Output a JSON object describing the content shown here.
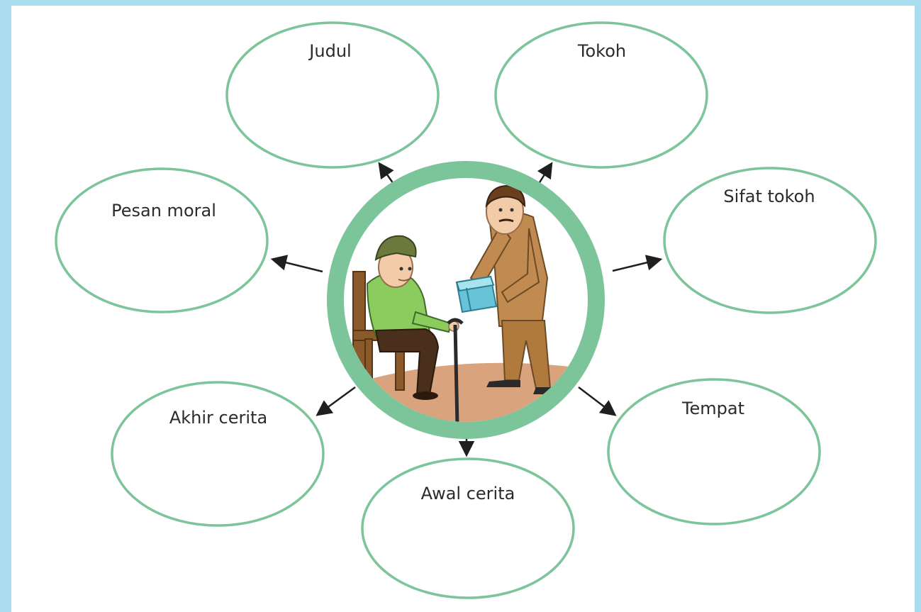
{
  "diagram": {
    "nodes": [
      {
        "id": "judul",
        "label": "Judul"
      },
      {
        "id": "tokoh",
        "label": "Tokoh"
      },
      {
        "id": "sifat-tokoh",
        "label": "Sifat tokoh"
      },
      {
        "id": "tempat",
        "label": "Tempat"
      },
      {
        "id": "awal-cerita",
        "label": "Awal cerita"
      },
      {
        "id": "akhir-cerita",
        "label": "Akhir cerita"
      },
      {
        "id": "pesan-moral",
        "label": "Pesan moral"
      }
    ],
    "colors": {
      "frame": "#a9dcef",
      "ring": "#7cc49a",
      "ellipse_stroke": "#7cc49a",
      "arrow": "#1f1f1f",
      "label": "#2b2b2b"
    },
    "center_image": "illustration-old-man-receiving-gift"
  }
}
